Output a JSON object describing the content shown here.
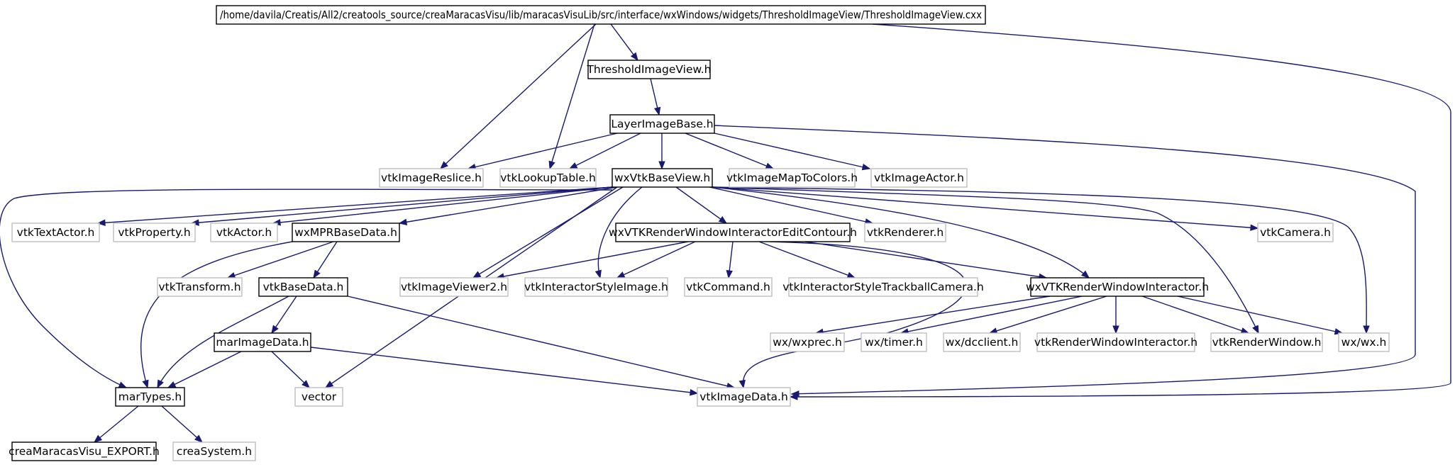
{
  "graph": {
    "colors": {
      "edge": "#191970",
      "main_fill": "#bfbfbf",
      "main_border": "#000000",
      "documented_border": "#000000",
      "external_border": "#bfbfbf",
      "text": "#000000"
    },
    "nodes": [
      {
        "id": "root",
        "label": "/home/davila/Creatis/All2/creatools_source/creaMaracasVisu/lib/maracasVisuLib/src/interface/wxWindows/widgets/ThresholdImageView/ThresholdImageView.cxx",
        "kind": "main"
      },
      {
        "id": "thresholdh",
        "label": "ThresholdImageView.h",
        "kind": "documented"
      },
      {
        "id": "layer",
        "label": "LayerImageBase.h",
        "kind": "documented"
      },
      {
        "id": "reslice",
        "label": "vtkImageReslice.h",
        "kind": "external"
      },
      {
        "id": "lut",
        "label": "vtkLookupTable.h",
        "kind": "external"
      },
      {
        "id": "wxvtk",
        "label": "wxVtkBaseView.h",
        "kind": "documented"
      },
      {
        "id": "maptocolors",
        "label": "vtkImageMapToColors.h",
        "kind": "external"
      },
      {
        "id": "imgactor",
        "label": "vtkImageActor.h",
        "kind": "external"
      },
      {
        "id": "textactor",
        "label": "vtkTextActor.h",
        "kind": "external"
      },
      {
        "id": "property",
        "label": "vtkProperty.h",
        "kind": "external"
      },
      {
        "id": "actor",
        "label": "vtkActor.h",
        "kind": "external"
      },
      {
        "id": "mpr",
        "label": "wxMPRBaseData.h",
        "kind": "documented"
      },
      {
        "id": "editcontour",
        "label": "wxVTKRenderWindowInteractorEditContour.h",
        "kind": "documented"
      },
      {
        "id": "renderer",
        "label": "vtkRenderer.h",
        "kind": "external"
      },
      {
        "id": "camera",
        "label": "vtkCamera.h",
        "kind": "external"
      },
      {
        "id": "transform",
        "label": "vtkTransform.h",
        "kind": "external"
      },
      {
        "id": "basedata",
        "label": "vtkBaseData.h",
        "kind": "documented"
      },
      {
        "id": "viewer2",
        "label": "vtkImageViewer2.h",
        "kind": "external"
      },
      {
        "id": "istyleimg",
        "label": "vtkInteractorStyleImage.h",
        "kind": "external"
      },
      {
        "id": "command",
        "label": "vtkCommand.h",
        "kind": "external"
      },
      {
        "id": "trackball",
        "label": "vtkInteractorStyleTrackballCamera.h",
        "kind": "external"
      },
      {
        "id": "wxrwi",
        "label": "wxVTKRenderWindowInteractor.h",
        "kind": "documented"
      },
      {
        "id": "marimage",
        "label": "marImageData.h",
        "kind": "documented"
      },
      {
        "id": "wxprec",
        "label": "wx/wxprec.h",
        "kind": "external"
      },
      {
        "id": "timer",
        "label": "wx/timer.h",
        "kind": "external"
      },
      {
        "id": "dcclient",
        "label": "wx/dcclient.h",
        "kind": "external"
      },
      {
        "id": "rwi",
        "label": "vtkRenderWindowInteractor.h",
        "kind": "external"
      },
      {
        "id": "renderwindow",
        "label": "vtkRenderWindow.h",
        "kind": "external"
      },
      {
        "id": "wxh",
        "label": "wx/wx.h",
        "kind": "external"
      },
      {
        "id": "martypes",
        "label": "marTypes.h",
        "kind": "documented"
      },
      {
        "id": "vector",
        "label": "vector",
        "kind": "external"
      },
      {
        "id": "imagedata",
        "label": "vtkImageData.h",
        "kind": "external"
      },
      {
        "id": "export",
        "label": "creaMaracasVisu_EXPORT.h",
        "kind": "documented"
      },
      {
        "id": "system",
        "label": "creaSystem.h",
        "kind": "external"
      }
    ],
    "edges": [
      [
        "root",
        "thresholdh"
      ],
      [
        "root",
        "reslice"
      ],
      [
        "root",
        "lut"
      ],
      [
        "root",
        "imagedata"
      ],
      [
        "thresholdh",
        "layer"
      ],
      [
        "layer",
        "reslice"
      ],
      [
        "layer",
        "lut"
      ],
      [
        "layer",
        "wxvtk"
      ],
      [
        "layer",
        "maptocolors"
      ],
      [
        "layer",
        "imgactor"
      ],
      [
        "layer",
        "imagedata"
      ],
      [
        "wxvtk",
        "textactor"
      ],
      [
        "wxvtk",
        "property"
      ],
      [
        "wxvtk",
        "actor"
      ],
      [
        "wxvtk",
        "mpr"
      ],
      [
        "wxvtk",
        "editcontour"
      ],
      [
        "wxvtk",
        "renderer"
      ],
      [
        "wxvtk",
        "camera"
      ],
      [
        "wxvtk",
        "viewer2"
      ],
      [
        "wxvtk",
        "istyleimg"
      ],
      [
        "wxvtk",
        "wxrwi"
      ],
      [
        "wxvtk",
        "renderwindow"
      ],
      [
        "wxvtk",
        "wxh"
      ],
      [
        "wxvtk",
        "vector"
      ],
      [
        "wxvtk",
        "martypes"
      ],
      [
        "mpr",
        "transform"
      ],
      [
        "mpr",
        "basedata"
      ],
      [
        "mpr",
        "martypes"
      ],
      [
        "editcontour",
        "viewer2"
      ],
      [
        "editcontour",
        "istyleimg"
      ],
      [
        "editcontour",
        "command"
      ],
      [
        "editcontour",
        "trackball"
      ],
      [
        "editcontour",
        "wxrwi"
      ],
      [
        "editcontour",
        "imagedata"
      ],
      [
        "basedata",
        "marimage"
      ],
      [
        "basedata",
        "martypes"
      ],
      [
        "basedata",
        "imagedata"
      ],
      [
        "wxrwi",
        "wxprec"
      ],
      [
        "wxrwi",
        "timer"
      ],
      [
        "wxrwi",
        "dcclient"
      ],
      [
        "wxrwi",
        "rwi"
      ],
      [
        "wxrwi",
        "renderwindow"
      ],
      [
        "wxrwi",
        "wxh"
      ],
      [
        "marimage",
        "martypes"
      ],
      [
        "marimage",
        "vector"
      ],
      [
        "marimage",
        "imagedata"
      ],
      [
        "martypes",
        "export"
      ],
      [
        "martypes",
        "system"
      ]
    ]
  }
}
